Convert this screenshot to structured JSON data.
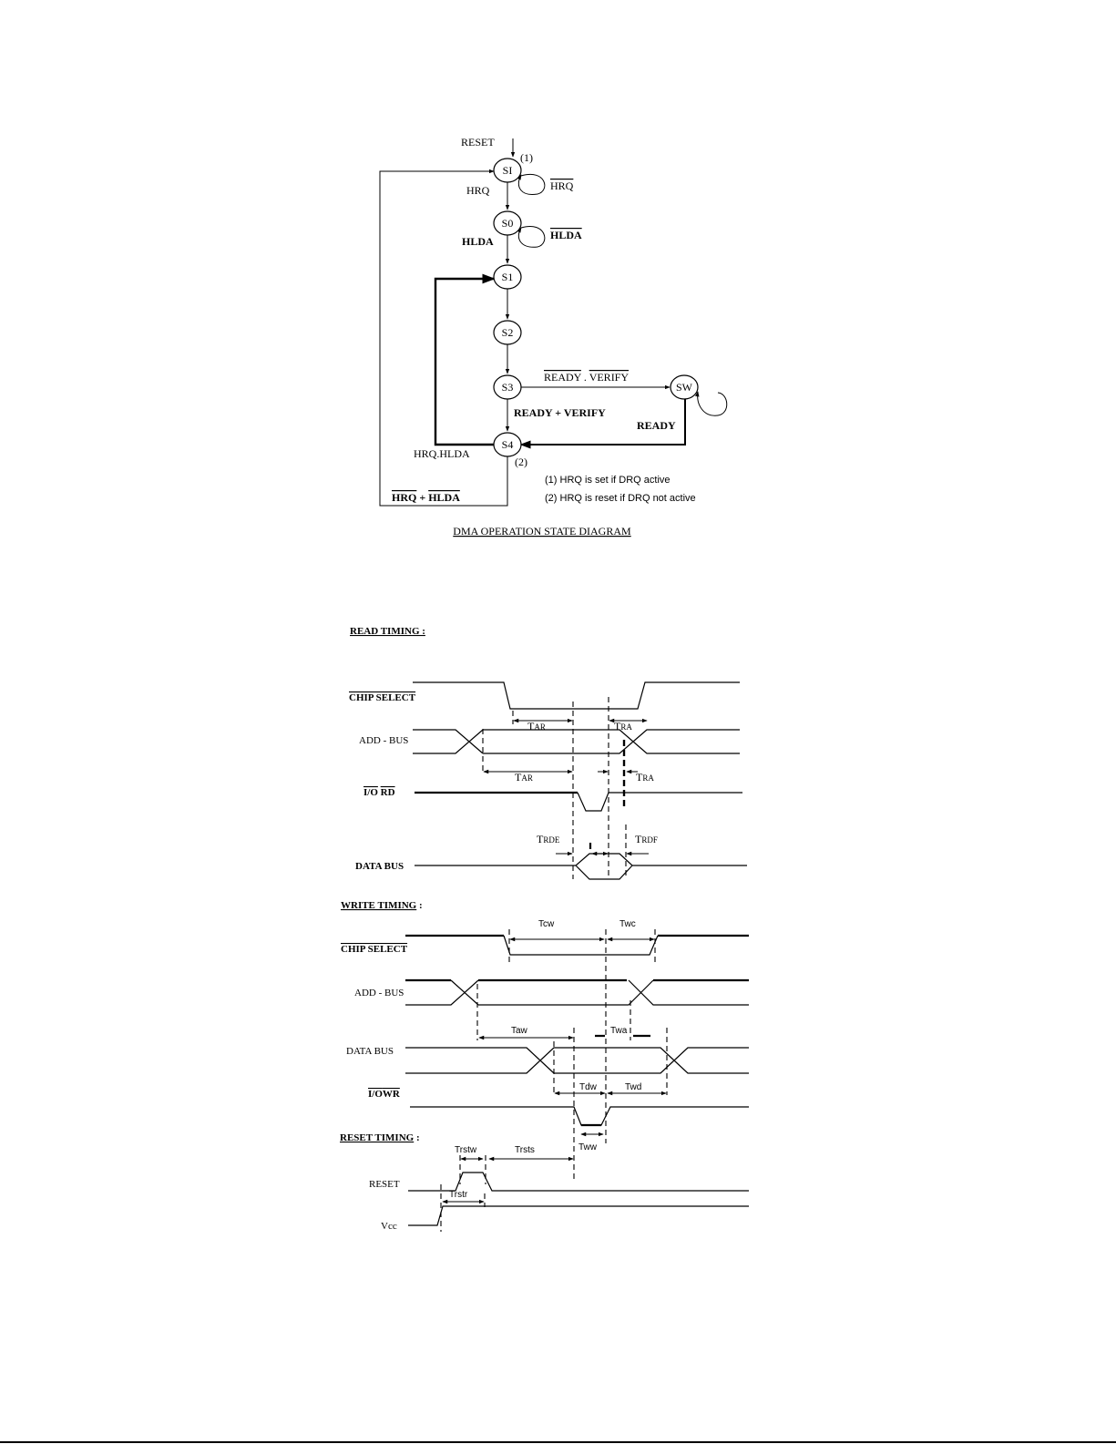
{
  "state_diagram": {
    "title": "DMA OPERATION  STATE DIAGRAM",
    "states": [
      "SI",
      "S0",
      "S1",
      "S2",
      "S3",
      "S4",
      "SW"
    ],
    "labels": {
      "reset": "RESET",
      "note1_marker": "(1)",
      "note2_marker": "(2)",
      "hrq": "HRQ",
      "hrq_bar": "HRQ",
      "hlda": "HLDA",
      "hlda_bar": "HLDA",
      "ready_bar": "READY",
      "dot": " . ",
      "verify_bar": "VERIFY",
      "ready_plus_verify": "READY + VERIFY",
      "ready": "READY",
      "hrq_hlda": "HRQ.HLDA",
      "plus": " + "
    },
    "notes": [
      "(1)  HRQ is set if DRQ active",
      "(2)  HRQ is reset if DRQ not active"
    ]
  },
  "read_timing": {
    "title": "READ TIMING :",
    "signals": {
      "cs": "CHIP SELECT",
      "addbus": "ADD - BUS",
      "io": "I/O",
      "rd": "RD",
      "databus": "DATA  BUS"
    },
    "params": {
      "T": "T",
      "AR": "AR",
      "RA": "RA",
      "RDE": "RDE",
      "RDF": "RDF"
    }
  },
  "write_timing": {
    "title": "WRITE TIMING",
    "colon": " :",
    "signals": {
      "cs": "CHIP SELECT",
      "addbus": "ADD - BUS",
      "databus": "DATA  BUS",
      "io": "I/O",
      "wr": "WR"
    },
    "params": {
      "tcw": "Tcw",
      "twc": "Twc",
      "taw": "Taw",
      "twa": "Twa",
      "tdw": "Tdw",
      "twd": "Twd",
      "tww": "Tww"
    }
  },
  "reset_timing": {
    "title": "RESET TIMING",
    "colon": " :",
    "signals": {
      "reset": "RESET",
      "vcc": "Vcc"
    },
    "params": {
      "trstw": "Trstw",
      "trsts": "Trsts",
      "trstr": "Trstr"
    }
  }
}
